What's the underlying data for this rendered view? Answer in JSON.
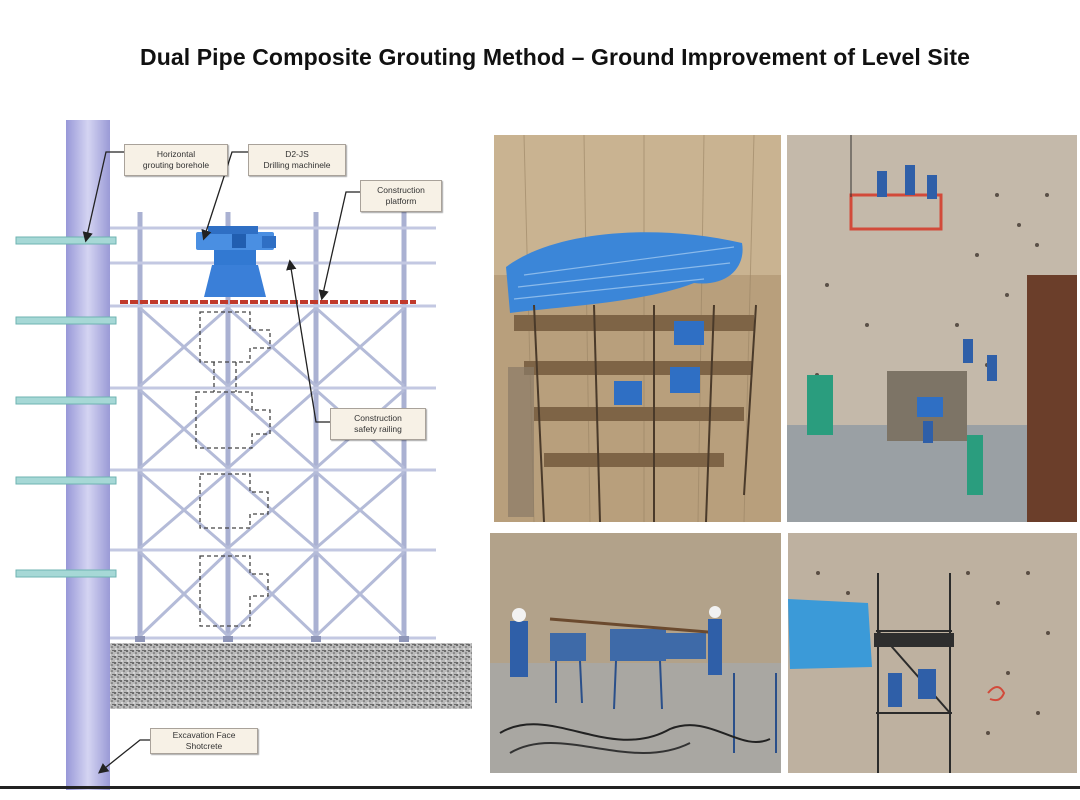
{
  "title": "Dual Pipe Composite Grouting Method – Ground Improvement of Level Site",
  "labels": {
    "horizontal_borehole": [
      "Horizontal",
      "grouting borehole"
    ],
    "drilling_machine": [
      "D2-JS",
      "Drilling machinele"
    ],
    "construction_platform": [
      "Construction",
      "platform"
    ],
    "safety_railing": [
      "Construction",
      "safety railing"
    ],
    "shotcrete": "Excavation Face Shotcrete"
  },
  "colors": {
    "column": "#b7b7e6",
    "borehole_pipe": "#9fd3d3",
    "scaffold": "#b9bfd8",
    "machine": "#3a7fd8",
    "platform_bricks": "#c0392b",
    "ground": "#9a9a9a",
    "tarp": "#3b86d8"
  }
}
